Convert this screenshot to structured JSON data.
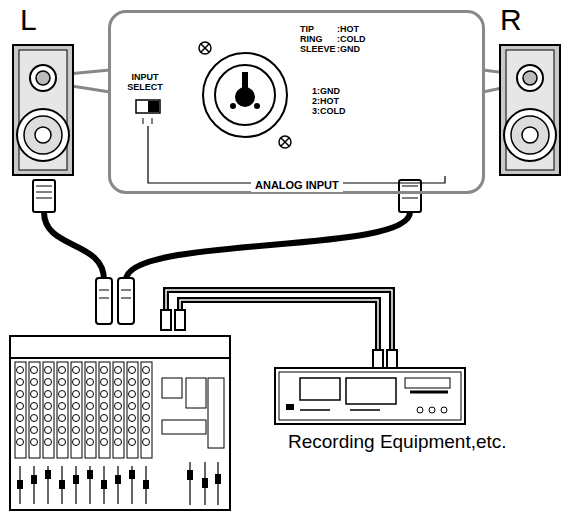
{
  "diagram": {
    "nodes": [
      {
        "text": [
          "L"
        ]
      },
      {
        "text": [
          "ANALOG INPUT"
        ]
      },
      {
        "text": [
          "R"
        ]
      },
      {
        "text": [
          "Recording Equipment,etc."
        ]
      }
    ],
    "labels": [
      "INPUT SELECT",
      "TIP",
      ":HOT",
      "RING",
      ":COLD",
      "SLEEVE",
      ":GND",
      "1:GND",
      "2:HOT",
      "3:COLD"
    ]
  }
}
